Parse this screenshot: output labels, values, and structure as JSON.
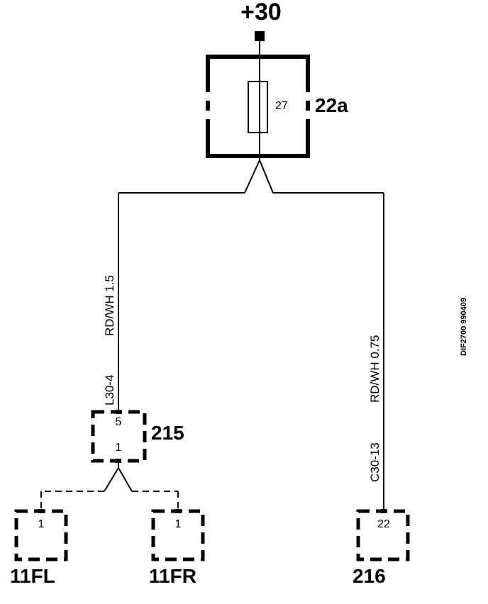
{
  "supply": {
    "label": "+30"
  },
  "fuse_box": {
    "id": "22a",
    "fuse_number": "27"
  },
  "wires": {
    "left": {
      "color_size": "RD/WH 1.5",
      "circuit": "L30-4"
    },
    "right": {
      "color_size": "RD/WH 0.75",
      "circuit": "C30-13"
    }
  },
  "connectors": {
    "c215": {
      "id": "215",
      "pin_top": "5",
      "pin_bottom": "1"
    },
    "c11fl": {
      "id": "11FL",
      "pin": "1"
    },
    "c11fr": {
      "id": "11FR",
      "pin": "1"
    },
    "c216": {
      "id": "216",
      "pin": "22"
    }
  },
  "diagram_code": "DIF2700 990409",
  "colors": {
    "ink": "#000000",
    "paper": "#ffffff"
  }
}
